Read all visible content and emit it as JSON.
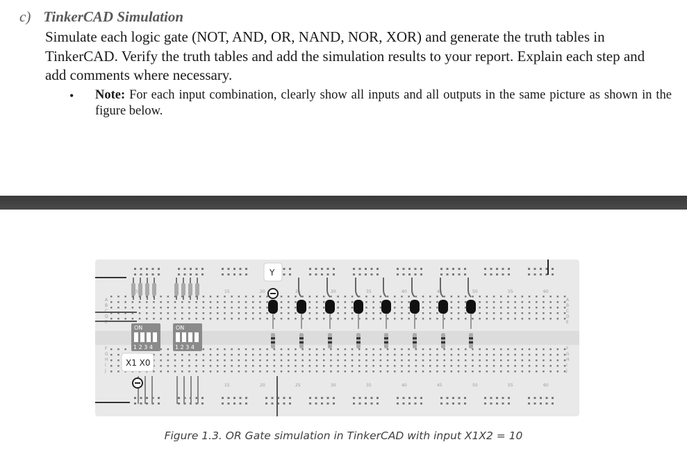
{
  "section": {
    "letter": "c)",
    "title": "TinkerCAD Simulation",
    "paragraph": "Simulate each logic gate (NOT, AND, OR, NAND, NOR, XOR) and generate the truth tables in TinkerCAD. Verify the truth tables and add the simulation results to your report. Explain each step and add comments where necessary."
  },
  "note": {
    "bullet": "•",
    "label": "Note:",
    "text": " For each input combination, clearly show all inputs and all outputs in the same picture as shown in the figure below."
  },
  "breadboard": {
    "output_label": "Y",
    "input_label": "X1 X0",
    "dip_on_label": "ON",
    "dip_numbers": "1 2 3 4",
    "column_numbers": [
      "15",
      "20",
      "25",
      "30",
      "35",
      "40",
      "45",
      "50",
      "55",
      "60"
    ],
    "column_numbers_top_first": "5",
    "row_letters_top": [
      "A",
      "B",
      "C",
      "D",
      "E"
    ],
    "row_letters_bottom": [
      "F",
      "G",
      "H",
      "I",
      "J"
    ],
    "colors": {
      "board": "#e9e9e9",
      "hole": "#7a7a7a",
      "led": "#111111",
      "wire": "#4a4a4a"
    }
  },
  "caption": "Figure 1.3. OR Gate simulation in TinkerCAD with input X1X2 = 10"
}
